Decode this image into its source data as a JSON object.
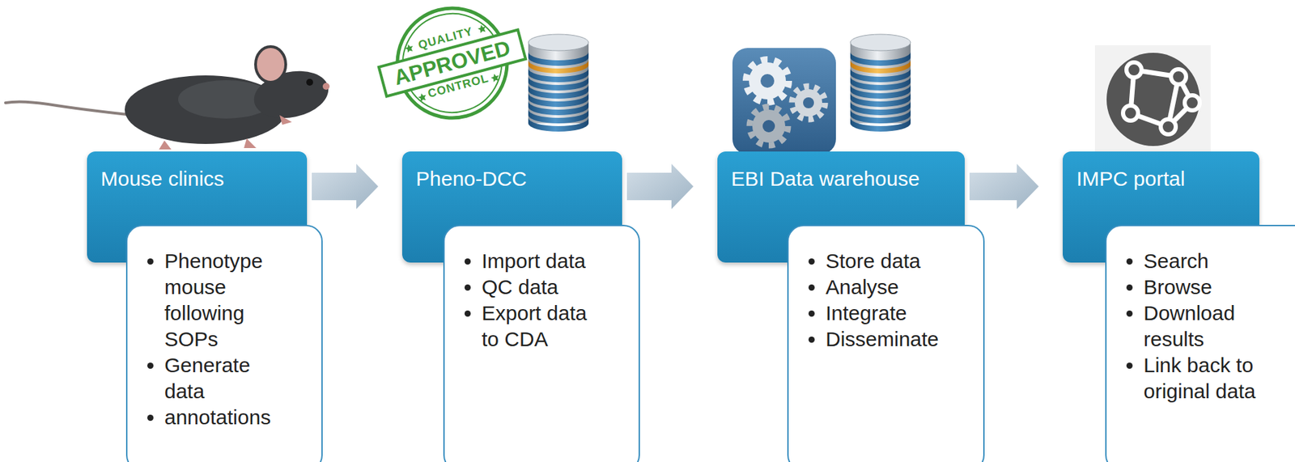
{
  "diagram": {
    "nodes": [
      {
        "text": [
          "Mouse clinics"
        ]
      },
      {
        "text": [
          "Phenotype mouse following SOPs",
          "Generate data",
          "annotations"
        ]
      },
      {
        "text": [
          "Pheno-DCC"
        ]
      },
      {
        "text": [
          "Import data",
          "QC data",
          "Export data to CDA"
        ]
      },
      {
        "text": [
          "EBI Data warehouse"
        ]
      },
      {
        "text": [
          "Store data",
          "Analyse",
          "Integrate",
          "Disseminate"
        ]
      },
      {
        "text": [
          "IMPC portal"
        ]
      },
      {
        "text": [
          "Search",
          "Browse",
          "Download results",
          "Link back to original data"
        ]
      }
    ],
    "edges": [
      {
        "from": 0,
        "to": 2,
        "arrow": "to"
      },
      {
        "from": 2,
        "to": 4,
        "arrow": "to"
      },
      {
        "from": 4,
        "to": 6,
        "arrow": "to"
      }
    ],
    "labels": [
      "QUALITY",
      "APPROVED",
      "CONTROL"
    ]
  }
}
